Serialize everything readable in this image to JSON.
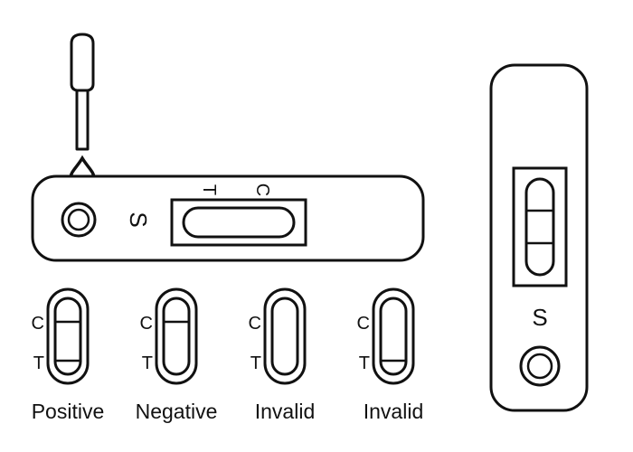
{
  "horizontal_cassette": {
    "sample_label": "S",
    "test_label": "T",
    "control_label": "C"
  },
  "vertical_cassette": {
    "sample_label": "S"
  },
  "results": [
    {
      "name": "Positive",
      "control_label": "C",
      "test_label": "T",
      "control_line": true,
      "test_line": true
    },
    {
      "name": "Negative",
      "control_label": "C",
      "test_label": "T",
      "control_line": true,
      "test_line": false
    },
    {
      "name": "Invalid",
      "control_label": "C",
      "test_label": "T",
      "control_line": false,
      "test_line": false
    },
    {
      "name": "Invalid",
      "control_label": "C",
      "test_label": "T",
      "control_line": false,
      "test_line": true
    }
  ]
}
